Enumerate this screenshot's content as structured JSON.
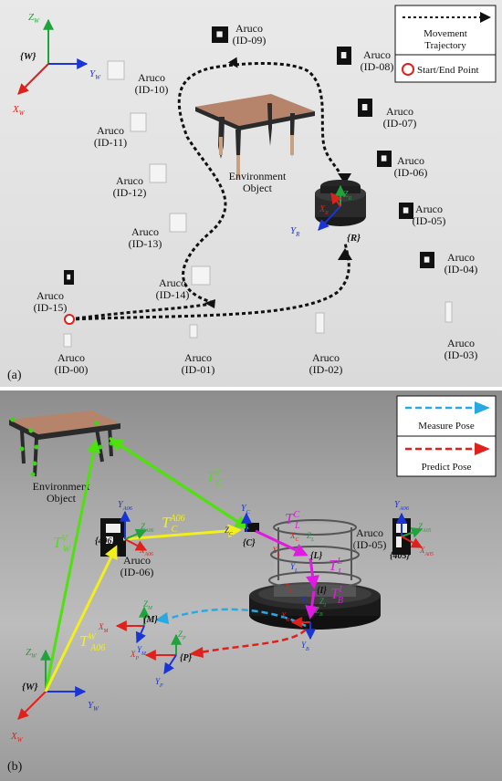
{
  "panel_a": {
    "label": "(a)",
    "frame_W": "{W}",
    "axes": {
      "z": "Z",
      "z_sub": "W",
      "y": "Y",
      "y_sub": "W",
      "x": "X",
      "x_sub": "W"
    },
    "legend": {
      "movement": "Movement\nTrajectory",
      "start_end": "Start/End Point"
    },
    "markers": [
      {
        "title": "Aruco",
        "id": "(ID-00)"
      },
      {
        "title": "Aruco",
        "id": "(ID-01)"
      },
      {
        "title": "Aruco",
        "id": "(ID-02)"
      },
      {
        "title": "Aruco",
        "id": "(ID-03)"
      },
      {
        "title": "Aruco",
        "id": "(ID-04)"
      },
      {
        "title": "Aruco",
        "id": "(ID-05)"
      },
      {
        "title": "Aruco",
        "id": "(ID-06)"
      },
      {
        "title": "Aruco",
        "id": "(ID-07)"
      },
      {
        "title": "Aruco",
        "id": "(ID-08)"
      },
      {
        "title": "Aruco",
        "id": "(ID-09)"
      },
      {
        "title": "Aruco",
        "id": "(ID-10)"
      },
      {
        "title": "Aruco",
        "id": "(ID-11)"
      },
      {
        "title": "Aruco",
        "id": "(ID-12)"
      },
      {
        "title": "Aruco",
        "id": "(ID-13)"
      },
      {
        "title": "Aruco",
        "id": "(ID-14)"
      },
      {
        "title": "Aruco",
        "id": "(ID-15)"
      }
    ],
    "env_object": "Environment\nObject",
    "robot_frame": "{R}",
    "robot_axes": {
      "y": "Y",
      "y_sub": "R",
      "x": "X",
      "x_sub": "R",
      "z": "Z",
      "z_sub": "R"
    }
  },
  "panel_b": {
    "label": "(b)",
    "legend": {
      "measure": "Measure Pose",
      "predict": "Predict Pose"
    },
    "env_object": "Environment\nObject",
    "aruco_left": {
      "title": "Aruco",
      "id": "(ID-06)",
      "frame": "{406}"
    },
    "aruco_right": {
      "title": "Aruco",
      "id": "(ID-05)",
      "frame": "{405}"
    },
    "frames": {
      "W": "{W}",
      "C": "{C}",
      "L": "{L}",
      "I": "{I}",
      "B": "{B}",
      "M": "{M}",
      "P": "{P}"
    },
    "transforms": {
      "TVC": {
        "base": "T",
        "sup": "V",
        "sub": "C"
      },
      "TVW": {
        "base": "T",
        "sup": "V",
        "sub": "W"
      },
      "TA06C": {
        "base": "T",
        "sup": "A06",
        "sub": "C"
      },
      "TWA06": {
        "base": "T",
        "sup": "W",
        "sub": "A06"
      },
      "TCL": {
        "base": "T",
        "sup": "C",
        "sub": "L"
      },
      "TLI": {
        "base": "T",
        "sup": "L",
        "sub": "I"
      },
      "TIB": {
        "base": "T",
        "sup": "I",
        "sub": "B"
      }
    },
    "axis_labels": {
      "YA06": "Y",
      "A06": "A06",
      "ZA05": "Z",
      "A05": "A05",
      "XA05": "X",
      "ZA06": "Z",
      "XA06": "X",
      "YC": "Y",
      "C": "C",
      "ZC": "Z",
      "XC": "X",
      "ZL": "Z",
      "L": "L",
      "XL": "X",
      "YL": "Y",
      "XI": "X",
      "I": "I",
      "YI": "Y",
      "ZI": "Z",
      "XB": "X",
      "B": "B",
      "YB": "Y",
      "ZB": "Z",
      "ZM": "Z",
      "M": "M",
      "XM": "X",
      "YM": "Y",
      "ZP": "Z",
      "P": "P",
      "XP": "X",
      "YP": "Y",
      "ZW": "Z",
      "W": "W",
      "YW": "Y",
      "XW": "X"
    }
  },
  "colors": {
    "axis_x": "#e0211b",
    "axis_y": "#1a35d6",
    "axis_z": "#1fa33a",
    "trajectory": "#111111",
    "start_point": "#e0211b",
    "measure": "#29a9e1",
    "predict": "#e0211b",
    "t_green": "#4ee10e",
    "t_yellow": "#f2ef1b",
    "t_magenta": "#e01ae0"
  }
}
